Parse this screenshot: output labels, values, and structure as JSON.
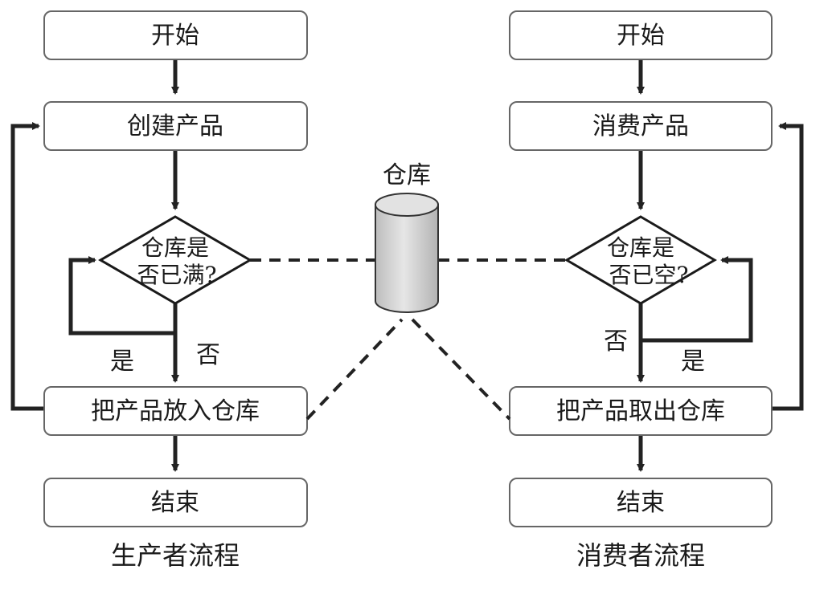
{
  "producer": {
    "start": "开始",
    "create": "创建产品",
    "check_line1": "仓库是",
    "check_line2": "否已满?",
    "yes": "是",
    "no": "否",
    "action": "把产品放入仓库",
    "end": "结束",
    "caption": "生产者流程"
  },
  "consumer": {
    "start": "开始",
    "consume": "消费产品",
    "check_line1": "仓库是",
    "check_line2": "否已空?",
    "yes": "是",
    "no": "否",
    "action": "把产品取出仓库",
    "end": "结束",
    "caption": "消费者流程"
  },
  "warehouse": {
    "label": "仓库"
  }
}
